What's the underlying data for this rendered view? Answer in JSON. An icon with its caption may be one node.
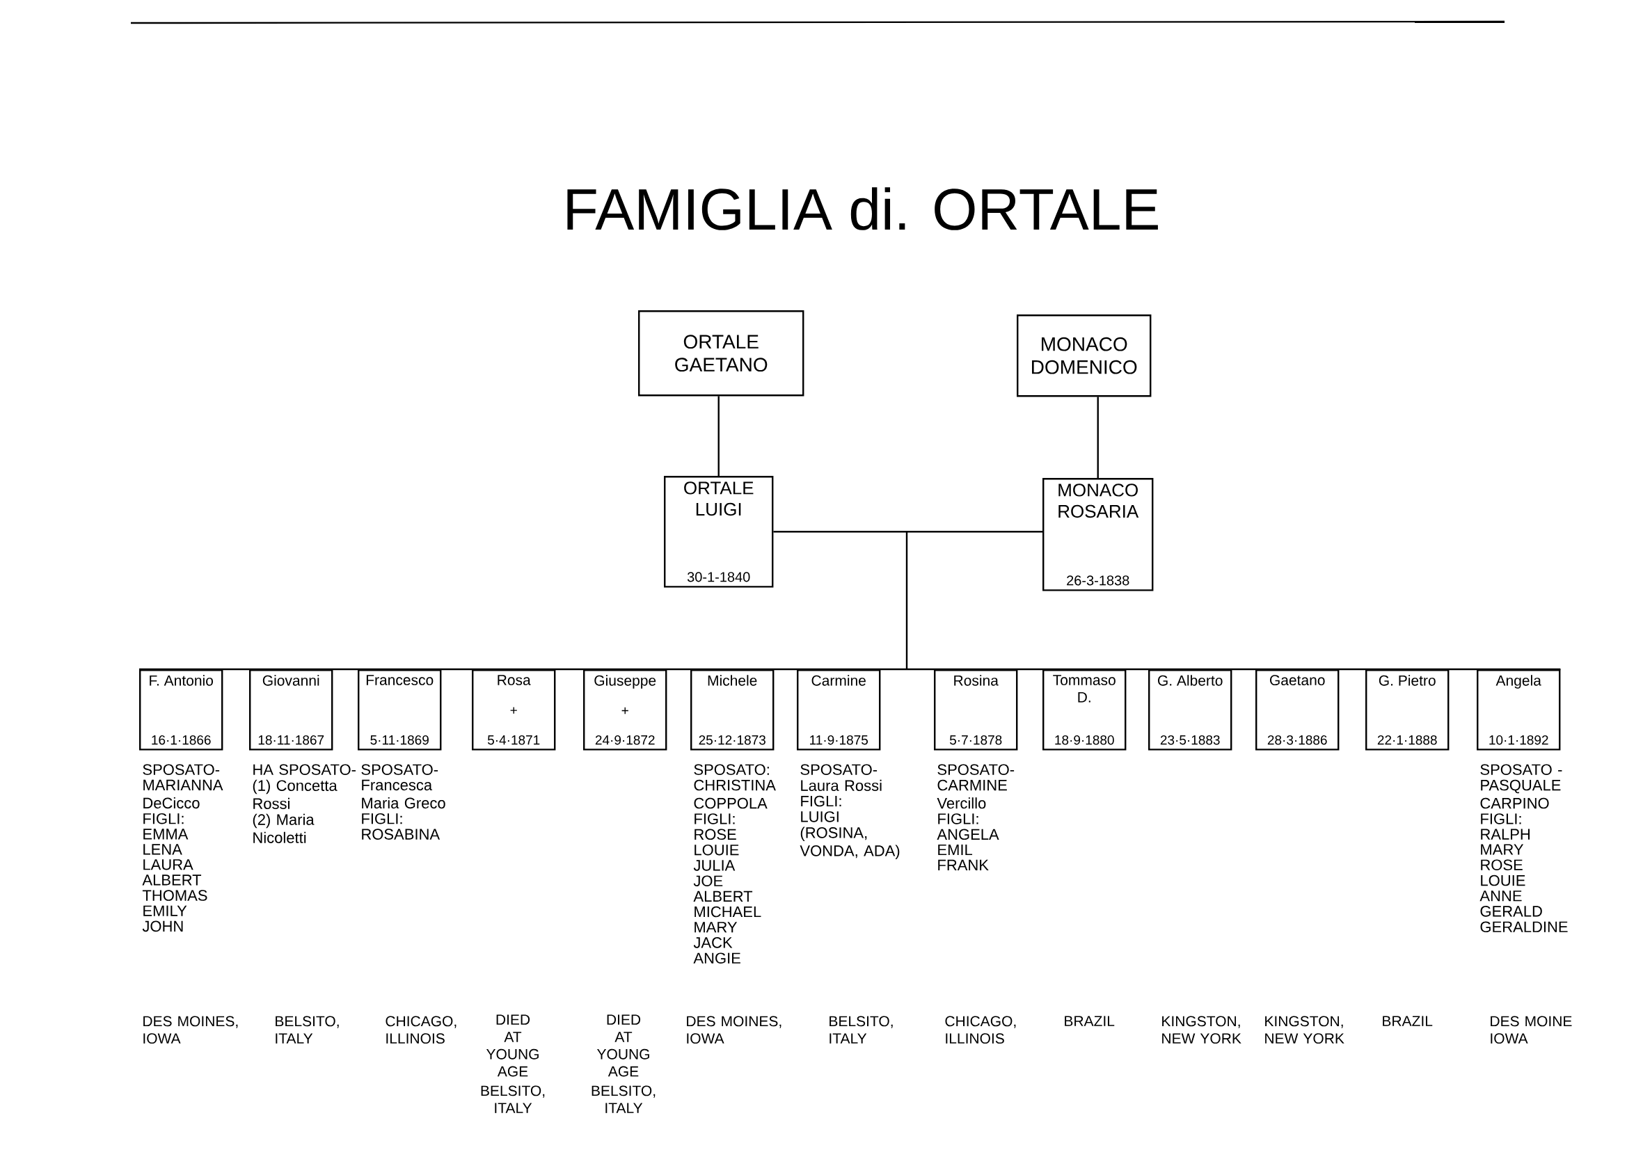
{
  "diagram": {
    "title": "FAMIGLIA di. ORTALE",
    "nodes": [
      {
        "text": [
          "ORTALE GAETANO"
        ]
      },
      {
        "text": [
          "MONACO DOMENICO"
        ]
      },
      {
        "text": [
          "ORTALE LUIGI",
          "30-1-1840"
        ]
      },
      {
        "text": [
          "MONACO ROSARIA",
          "26-3-1838"
        ]
      },
      {
        "text": [
          "F. Antonio",
          "16·1·1866"
        ],
        "beside": [
          "SPOSATO-",
          "MARIANNA DeCicco",
          "FIGLI:",
          "EMMA",
          "LENA",
          "LAURA",
          "ALBERT",
          "THOMAS",
          "EMILY",
          "JOHN"
        ]
      },
      {
        "text": [
          "Giovanni",
          "18·11·1867"
        ],
        "beside": [
          "HA SPOSATO-",
          "(1) Concetta Rossi",
          "(2) Maria Nicoletti"
        ]
      },
      {
        "text": [
          "Francesco",
          "5·11·1869"
        ],
        "beside": [
          "SPOSATO-",
          "Francesca Maria Greco",
          "FIGLI:",
          "ROSABINA"
        ]
      },
      {
        "text": [
          "Rosa",
          "+",
          "5·4·1871"
        ]
      },
      {
        "text": [
          "Giuseppe",
          "+",
          "24·9·1872"
        ]
      },
      {
        "text": [
          "Michele",
          "25·12·1873"
        ],
        "beside": [
          "SPOSATO:",
          "CHRISTINA COPPOLA",
          "FIGLI:",
          "ROSE",
          "LOUIE",
          "JULIA",
          "JOE",
          "ALBERT",
          "MICHAEL",
          "MARY",
          "JACK",
          "ANGIE"
        ]
      },
      {
        "text": [
          "Carmine",
          "11·9·1875"
        ],
        "beside": [
          "SPOSATO-",
          "Laura Rossi",
          "FIGLI:",
          "LUIGI",
          "(ROSINA, VONDA, ADA)"
        ]
      },
      {
        "text": [
          "Rosina",
          "5·7·1878"
        ],
        "beside": [
          "SPOSATO-",
          "CARMINE Vercillo",
          "FIGLI:",
          "ANGELA",
          "EMIL",
          "FRANK"
        ]
      },
      {
        "text": [
          "Tommaso D.",
          "18·9·1880"
        ]
      },
      {
        "text": [
          "G. Alberto",
          "23·5·1883"
        ]
      },
      {
        "text": [
          "Gaetano",
          "28·3·1886"
        ]
      },
      {
        "text": [
          "G. Pietro",
          "22·1·1888"
        ]
      },
      {
        "text": [
          "Angela",
          "10·1·1892"
        ],
        "beside": [
          "SPOSATO -",
          "PASQUALE CARPINO",
          "FIGLI:",
          "RALPH",
          "MARY",
          "ROSE",
          "LOUIE",
          "ANNE",
          "GERALD",
          "GERALDINE"
        ]
      }
    ],
    "edges": [
      {
        "from": 0,
        "to": 2,
        "arrow": "none"
      },
      {
        "from": 1,
        "to": 3,
        "arrow": "none"
      },
      {
        "from": 2,
        "to": 3,
        "arrow": "none"
      },
      {
        "from": 2,
        "to": 4,
        "arrow": "none"
      },
      {
        "from": 3,
        "to": 4,
        "arrow": "none"
      },
      {
        "from": 2,
        "to": 5,
        "arrow": "none"
      },
      {
        "from": 3,
        "to": 5,
        "arrow": "none"
      },
      {
        "from": 2,
        "to": 6,
        "arrow": "none"
      },
      {
        "from": 3,
        "to": 6,
        "arrow": "none"
      },
      {
        "from": 2,
        "to": 7,
        "arrow": "none"
      },
      {
        "from": 3,
        "to": 7,
        "arrow": "none"
      },
      {
        "from": 2,
        "to": 8,
        "arrow": "none"
      },
      {
        "from": 3,
        "to": 8,
        "arrow": "none"
      },
      {
        "from": 2,
        "to": 9,
        "arrow": "none"
      },
      {
        "from": 3,
        "to": 9,
        "arrow": "none"
      },
      {
        "from": 2,
        "to": 10,
        "arrow": "none"
      },
      {
        "from": 3,
        "to": 10,
        "arrow": "none"
      },
      {
        "from": 2,
        "to": 11,
        "arrow": "none"
      },
      {
        "from": 3,
        "to": 11,
        "arrow": "none"
      },
      {
        "from": 2,
        "to": 12,
        "arrow": "none"
      },
      {
        "from": 3,
        "to": 12,
        "arrow": "none"
      },
      {
        "from": 2,
        "to": 13,
        "arrow": "none"
      },
      {
        "from": 3,
        "to": 13,
        "arrow": "none"
      },
      {
        "from": 2,
        "to": 14,
        "arrow": "none"
      },
      {
        "from": 3,
        "to": 14,
        "arrow": "none"
      },
      {
        "from": 2,
        "to": 15,
        "arrow": "none"
      },
      {
        "from": 3,
        "to": 15,
        "arrow": "none"
      },
      {
        "from": 2,
        "to": 16,
        "arrow": "none"
      },
      {
        "from": 3,
        "to": 16,
        "arrow": "none"
      }
    ],
    "labels": [
      "DES MOINES, IOWA",
      "BELSITO, ITALY",
      "CHICAGO, ILLINOIS",
      "DIED AT YOUNG AGE",
      "DIED AT YOUNG AGE",
      "DES MOINES, IOWA",
      "BELSITO, ITALY",
      "CHICAGO, ILLINOIS",
      "BRAZIL",
      "KINGSTON, NEW YORK",
      "KINGSTON, NEW YORK",
      "BRAZIL",
      "DES MOINE IOWA",
      "BELSITO, ITALY",
      "BELSITO, ITALY"
    ]
  }
}
